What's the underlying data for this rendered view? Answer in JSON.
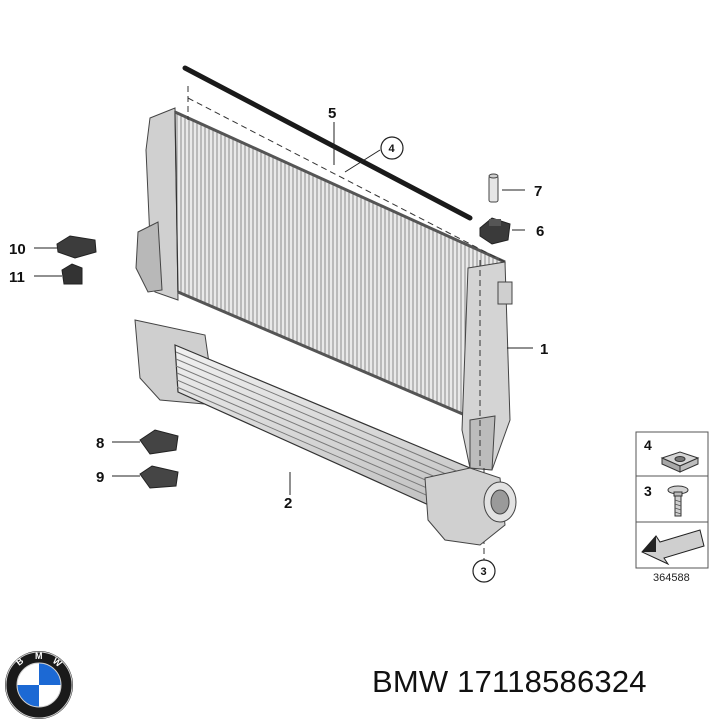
{
  "callouts": [
    {
      "id": "1",
      "label": "1",
      "part": "radiator"
    },
    {
      "id": "2",
      "label": "2",
      "part": "charge-air-cooler"
    },
    {
      "id": "3",
      "label": "3",
      "part": "screw"
    },
    {
      "id": "4",
      "label": "4",
      "part": "square-nut"
    },
    {
      "id": "5",
      "label": "5",
      "part": "seal-strip"
    },
    {
      "id": "6",
      "label": "6",
      "part": "rubber-mount"
    },
    {
      "id": "7",
      "label": "7",
      "part": "pin"
    },
    {
      "id": "8",
      "label": "8",
      "part": "bracket"
    },
    {
      "id": "9",
      "label": "9",
      "part": "bracket"
    },
    {
      "id": "10",
      "label": "10",
      "part": "holder"
    },
    {
      "id": "11",
      "label": "11",
      "part": "holder"
    }
  ],
  "legend": {
    "items": [
      {
        "number": "4",
        "icon": "square-nut-icon"
      },
      {
        "number": "3",
        "icon": "screw-icon"
      }
    ],
    "arrow_icon": "direction-arrow-icon"
  },
  "diagram_id": "364588",
  "caption": "BMW 17118586324",
  "logo": {
    "letters": [
      "B",
      "M",
      "W"
    ],
    "colors": {
      "ring": "#1a1a1a",
      "blue": "#1c69d4",
      "white": "#ffffff"
    }
  }
}
